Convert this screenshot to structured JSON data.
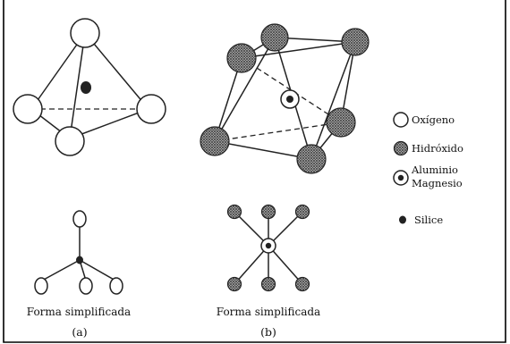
{
  "legend": {
    "oxigeno": "Oxígeno",
    "hidroxido": "Hidróxido",
    "aluminio_line1": "Aluminio",
    "aluminio_line2": "Magnesio",
    "silice": "Silice"
  },
  "captions": {
    "a_form": "Forma simplificada",
    "a_label": "(a)",
    "b_form": "Forma simplificada",
    "b_label": "(b)"
  }
}
